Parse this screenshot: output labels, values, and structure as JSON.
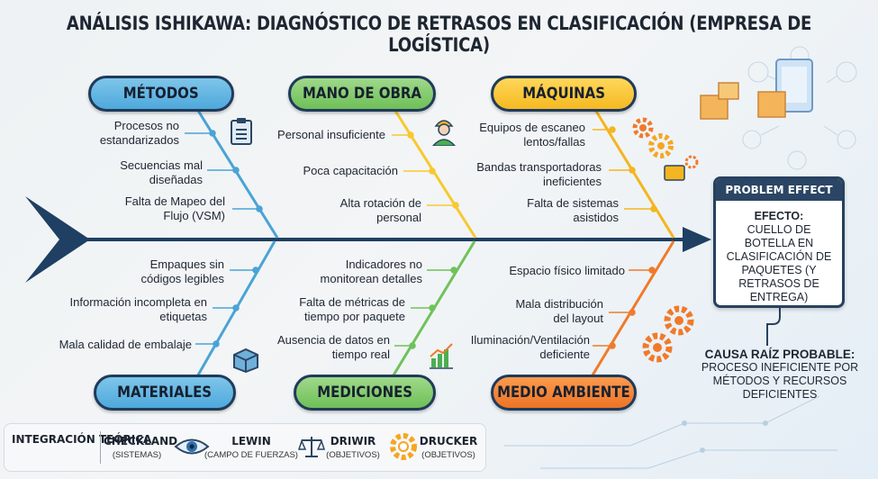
{
  "title": "ANÁLISIS ISHIKAWA: DIAGNÓSTICO DE RETRASOS EN CLASIFICACIÓN (EMPRESA DE LOGÍSTICA)",
  "categories": {
    "metodos": {
      "label": "MÉTODOS",
      "color": "#4aa3d6",
      "causes": [
        "Procesos no estandarizados",
        "Secuencias mal diseñadas",
        "Falta de Mapeo del Flujo (VSM)"
      ]
    },
    "mano_de_obra": {
      "label": "MANO DE OBRA",
      "color": "#ffc81f",
      "causes": [
        "Personal insuficiente",
        "Poca capacitación",
        "Alta rotación de personal"
      ]
    },
    "maquinas": {
      "label": "MÁQUINAS",
      "color": "#f5b51e",
      "causes": [
        "Equipos de escaneo lentos/fallas",
        "Bandas transportadoras ineficientes",
        "Falta de sistemas asistidos"
      ]
    },
    "materiales": {
      "label": "MATERIALES",
      "color": "#4aa3d6",
      "causes": [
        "Empaques sin códigos legibles",
        "Información incompleta en etiquetas",
        "Mala calidad de embalaje"
      ]
    },
    "mediciones": {
      "label": "MEDICIONES",
      "color": "#6fc25a",
      "causes": [
        "Indicadores no monitorean detalles",
        "Falta de métricas de tiempo por paquete",
        "Ausencia de datos en tiempo real"
      ]
    },
    "medio_ambiente": {
      "label": "MEDIO AMBIENTE",
      "color": "#f07a2a",
      "causes": [
        "Espacio físico limitado",
        "Mala distribución del layout",
        "Iluminación/Ventilación deficiente"
      ]
    }
  },
  "problem": {
    "header": "PROBLEM EFFECT",
    "label": "EFECTO:",
    "text": "CUELLO DE BOTELLA EN CLASIFICACIÓN DE PAQUETES (Y RETRASOS DE ENTREGA)"
  },
  "root_cause": {
    "label": "CAUSA RAÍZ PROBABLE:",
    "text": "PROCESO INEFICIENTE POR MÉTODOS Y RECURSOS DEFICIENTES"
  },
  "footer": {
    "label": "INTEGRACIÓN TEÓRICA",
    "items": [
      {
        "name": "CHECKLAND",
        "sub": "(SISTEMAS)",
        "icon": "none"
      },
      {
        "name": "LEWIN",
        "sub": "(CAMPO DE FUERZAS)",
        "icon": "eye-icon"
      },
      {
        "name": "DRIWIR",
        "sub": "(OBJETIVOS)",
        "icon": "scales-icon"
      },
      {
        "name": "DRUCKER",
        "sub": "(OBJETIVOS)",
        "icon": "gear-icon"
      }
    ]
  },
  "colors": {
    "spine": "#1f3f63",
    "text": "#1e2632"
  }
}
